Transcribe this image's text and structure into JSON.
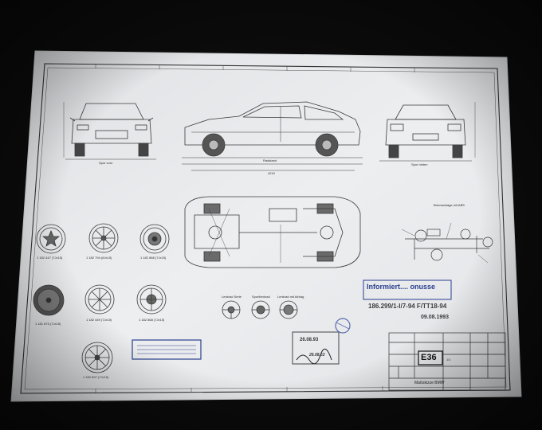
{
  "sheet": {
    "model_code": "E36",
    "brand_line": "Maßskizze BMW",
    "sheet_number": "1/1"
  },
  "stamps": {
    "informed_stamp": "Informiert.... onusse",
    "drawing_number": "186.299/1-I/7-94 F/TT18-94",
    "stamp_date": "09.08.1993",
    "handwritten_date": "26.08.63",
    "box_stamp_date": "26.08.93"
  },
  "wheels": [
    {
      "label": "1 182 447 (7Jx15)"
    },
    {
      "label": "1 182 794 (6Jx15)"
    },
    {
      "label": "1 182 888 (7Jx15)"
    },
    {
      "label": "1 181 876 (7Jx15)"
    },
    {
      "label": "1 182 449 (7Jx15)"
    },
    {
      "label": "1 182 868 (7Jx15)"
    },
    {
      "label": "1 182 897 (7Jx15)"
    }
  ],
  "steering_wheels": [
    {
      "label": "Lenkrad Serie"
    },
    {
      "label": "Sportlenkrad"
    },
    {
      "label": "Lenkrad mit Airbag"
    }
  ],
  "dimension_labels": {
    "front_track": "Spur vorn",
    "rear_track": "Spur hinten",
    "wheelbase": "Radstand",
    "length": "4210",
    "brake_system": "Bremsanlage mit ABS"
  }
}
